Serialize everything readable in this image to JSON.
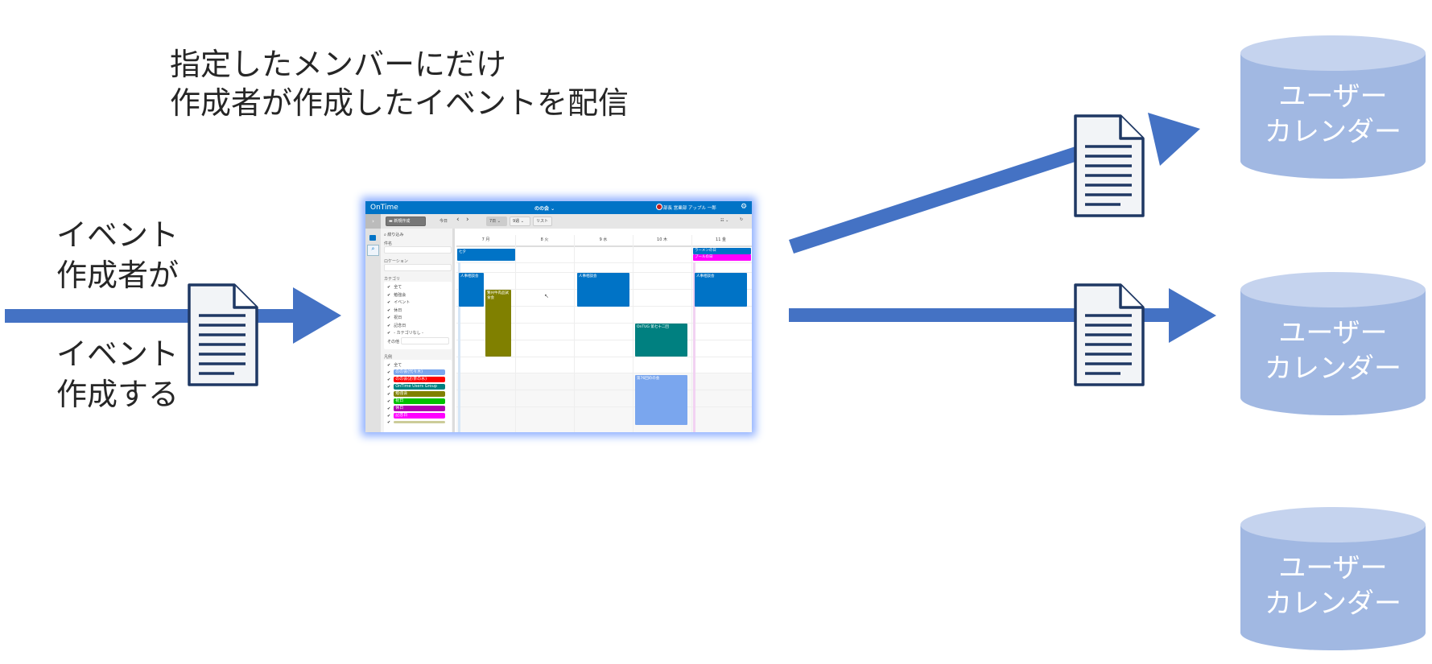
{
  "title_lines": [
    "指定したメンバーにだけ",
    "作成者が作成したイベントを配信"
  ],
  "left_labels": {
    "top": [
      "イベント",
      "作成者が"
    ],
    "bottom": [
      "イベント",
      "作成する"
    ]
  },
  "cylinders": [
    {
      "line1": "ユーザー",
      "line2": "カレンダー"
    },
    {
      "line1": "ユーザー",
      "line2": "カレンダー"
    },
    {
      "line1": "ユーザー",
      "line2": "カレンダー"
    }
  ],
  "colors": {
    "arrow": "#4472c4",
    "cylinder": "#a1b8e2",
    "cylinder_top": "#c5d3ee",
    "doc_stroke": "#1f3864"
  },
  "app": {
    "logo": "OnTime",
    "calendar_name": "のの会 ⌄",
    "user": "部長 営業部 アップル 一郎",
    "gear_icon": "⚙",
    "toolbar": {
      "new": "新規作成",
      "today": "今日",
      "prev": "‹",
      "next": "›",
      "days": "7日 ⌄",
      "weeks": "9週 ⌄",
      "list": "リスト",
      "view_icon": "☷ ⌄",
      "refresh": "↻"
    },
    "filter": {
      "title": "絞り込み",
      "subject": "件名",
      "location": "ロケーション",
      "category": "カテゴリ",
      "other": "その他",
      "legend": "凡例",
      "categories": [
        "全て",
        "勉強会",
        "イベント",
        "休日",
        "祝日",
        "記念日",
        "- カテゴリなし -"
      ],
      "legend_items": [
        {
          "label": "全て",
          "color": ""
        },
        {
          "label": "のの会(代々木)",
          "color": "#7aa6ee"
        },
        {
          "label": "のの会(お茶の水)",
          "color": "#ff0000"
        },
        {
          "label": "OnTime Users Group",
          "color": "#008080"
        },
        {
          "label": "勉強会",
          "color": "#808000"
        },
        {
          "label": "祝日",
          "color": "#00c000"
        },
        {
          "label": "休日",
          "color": "#b000b0"
        },
        {
          "label": "記念日",
          "color": "#ff00ff"
        }
      ]
    },
    "days": [
      "7 月",
      "8 火",
      "9 水",
      "10 木",
      "11 金"
    ],
    "events": [
      {
        "label": "七夕",
        "color": "#0073c6"
      },
      {
        "label": "ラーメンの日",
        "color": "#0073c6"
      },
      {
        "label": "プールの日",
        "color": "#ff00ff"
      },
      {
        "label": "人事相談会",
        "color": "#0073c6"
      },
      {
        "label": "鷺州牛肉品試食会",
        "color": "#808000"
      },
      {
        "label": "人事相談会",
        "color": "#0073c6"
      },
      {
        "label": "OnTUG 第七十二回",
        "color": "#008080"
      },
      {
        "label": "第76回のの会",
        "color": "#7aa6ee"
      },
      {
        "label": "人事相談会",
        "color": "#0073c6"
      }
    ]
  }
}
